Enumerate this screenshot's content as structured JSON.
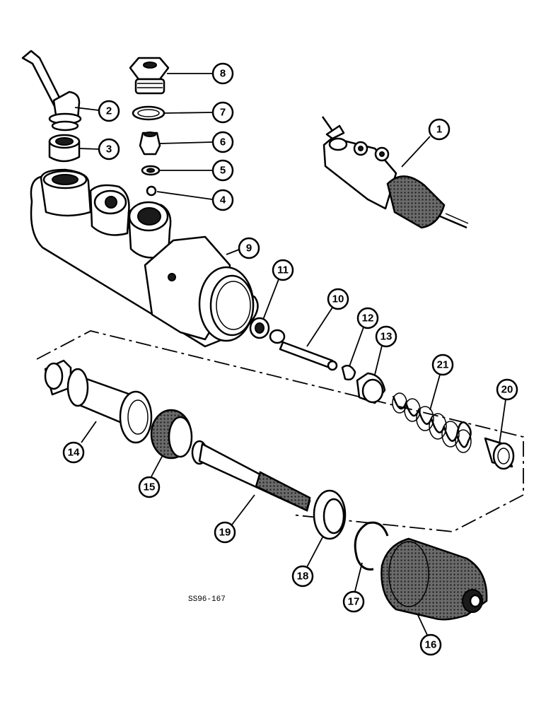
{
  "callouts": [
    "1",
    "2",
    "3",
    "4",
    "5",
    "6",
    "7",
    "8",
    "9",
    "10",
    "11",
    "12",
    "13",
    "14",
    "15",
    "16",
    "17",
    "18",
    "19",
    "20",
    "21"
  ],
  "figure_code": "SS96-167"
}
